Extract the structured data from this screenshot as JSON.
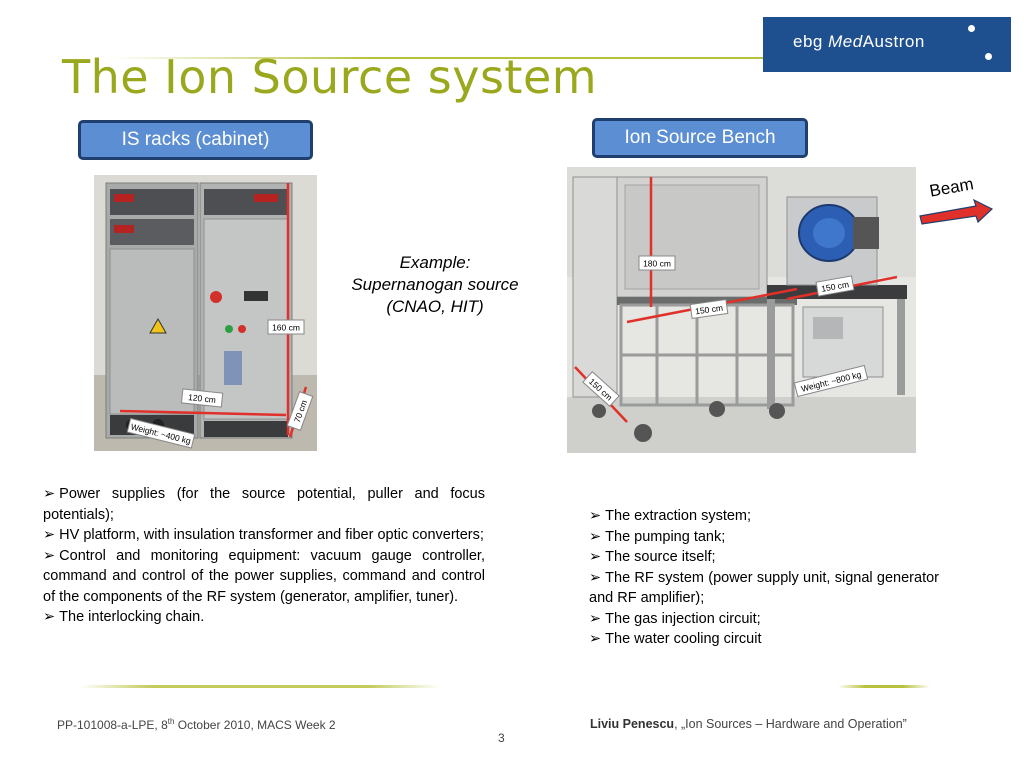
{
  "header": {
    "title": "The Ion Source system",
    "logo": {
      "prefix": "ebg",
      "med": "Med",
      "suffix": "Austron"
    }
  },
  "labels": {
    "cabinet": "IS racks (cabinet)",
    "bench": "Ion Source Bench"
  },
  "example": {
    "line1": "Example:",
    "line2": "Supernanogan source",
    "line3": "(CNAO, HIT)"
  },
  "beam": "Beam",
  "cabinet_dims": {
    "height": "160 cm",
    "width": "120 cm",
    "depth": "70 cm",
    "weight": "Weight: ~400 kg"
  },
  "bench_dims": {
    "height": "180 cm",
    "width_front": "150 cm",
    "width_right": "150 cm",
    "depth": "150 cm",
    "weight": "Weight: ~800 kg"
  },
  "left_list": [
    "Power supplies (for the source potential, puller and focus potentials);",
    "HV platform, with insulation transformer and fiber optic converters;",
    "Control and monitoring equipment: vacuum gauge controller, command and control of the power supplies, command and control of the components of the RF system (generator, amplifier, tuner).",
    "The interlocking chain."
  ],
  "right_list": [
    "The extraction system;",
    "The pumping tank;",
    "The source itself;",
    "The RF system (power supply unit, signal generator and RF amplifier);",
    "The gas injection circuit;",
    "The water cooling circuit"
  ],
  "footer": {
    "left_pre": "PP-101008-a-LPE, 8",
    "left_sup": "th",
    "left_post": " October 2010, MACS Week 2",
    "page": "3",
    "author": "Liviu Penescu",
    "talk": ", „Ion Sources – Hardware and Operation”"
  },
  "colors": {
    "title": "#9aa81d",
    "pill_fill": "#5b8ed3",
    "pill_border": "#1f3f6e",
    "logo_bg": "#1e4f8f",
    "dimension_red": "#e0302a"
  }
}
